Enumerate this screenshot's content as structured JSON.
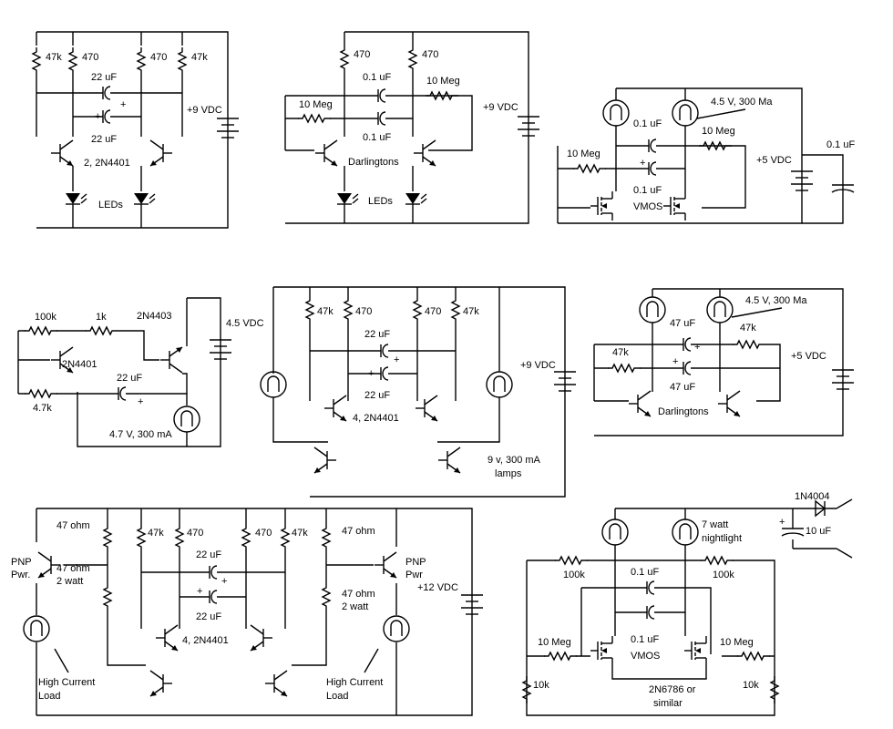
{
  "circuits": [
    {
      "name": "led-flasher-bjt",
      "labels": {
        "r1": "47k",
        "r2": "470",
        "r3": "470",
        "r4": "47k",
        "c_top": "22 uF",
        "c_bottom": "22 uF",
        "supply": "+9 VDC",
        "transistors": "2, 2N4401",
        "leds": "LEDs",
        "plus1": "+",
        "plus2": "+"
      }
    },
    {
      "name": "led-flasher-darlington",
      "labels": {
        "r1": "470",
        "r2": "470",
        "rb_left": "10 Meg",
        "rb_right": "10 Meg",
        "c_top": "0.1 uF",
        "c_bottom": "0.1 uF",
        "supply": "+9 VDC",
        "transistors": "Darlingtons",
        "leds": "LEDs"
      }
    },
    {
      "name": "lamp-flasher-vmos",
      "labels": {
        "lamp": "4.5 V, 300 Ma",
        "c_top": "0.1 uF",
        "rb_right": "10 Meg",
        "rb_left": "10 Meg",
        "c_bottom": "0.1 uF",
        "transistors": "VMOS",
        "supply": "+5 VDC",
        "c_supply": "0.1 uF",
        "plus": "+"
      }
    },
    {
      "name": "pnp-lamp-flasher",
      "labels": {
        "r1": "100k",
        "r2": "1k",
        "q1": "2N4401",
        "q2": "2N4403",
        "supply": "4.5 VDC",
        "c1": "22 uF",
        "r3": "4.7k",
        "lamp": "4.7 V, 300 mA",
        "plus": "+"
      }
    },
    {
      "name": "lamp-flasher-4-transistor",
      "labels": {
        "r1": "47k",
        "r2": "470",
        "r3": "470",
        "r4": "47k",
        "c_top": "22 uF",
        "c_bottom": "22 uF",
        "supply": "+9 VDC",
        "transistors": "4, 2N4401",
        "lamps1": "9 v, 300 mA",
        "lamps2": "lamps",
        "plus1": "+",
        "plus2": "+"
      }
    },
    {
      "name": "lamp-flasher-darlington",
      "labels": {
        "lamp": "4.5 V, 300 Ma",
        "c_top": "47 uF",
        "rb_right": "47k",
        "rb_left": "47k",
        "c_bottom": "47 uF",
        "transistors": "Darlingtons",
        "supply": "+5 VDC",
        "plus1": "+",
        "plus2": "+"
      }
    },
    {
      "name": "high-current-flasher",
      "labels": {
        "r_left1": "47 ohm",
        "r_left2": "47 ohm",
        "r_left3": "2 watt",
        "pnp_left1": "PNP",
        "pnp_left2": "Pwr.",
        "r1": "47k",
        "r2": "470",
        "r3": "470",
        "r4": "47k",
        "c_top": "22 uF",
        "c_bottom": "22 uF",
        "transistors": "4, 2N4401",
        "r_right1": "47 ohm",
        "r_right2": "47 ohm",
        "r_right3": "2 watt",
        "pnp_right1": "PNP",
        "pnp_right2": "Pwr",
        "supply": "+12 VDC",
        "load_left1": "High Current",
        "load_left2": "Load",
        "load_right1": "High Current",
        "load_right2": "Load",
        "plus1": "+",
        "plus2": "+"
      }
    },
    {
      "name": "nightlight-flasher",
      "labels": {
        "diode": "1N4004",
        "c_supply": "10 uF",
        "lamp1": "7 watt",
        "lamp2": "nightlight",
        "r_left": "100k",
        "r_right": "100k",
        "c_top": "0.1 uF",
        "c_bottom": "0.1 uF",
        "rb_left": "10 Meg",
        "rb_right": "10 Meg",
        "transistors": "VMOS",
        "r_gl": "10k",
        "r_gr": "10k",
        "part1": "2N6786 or",
        "part2": "similar",
        "plus": "+"
      }
    }
  ]
}
